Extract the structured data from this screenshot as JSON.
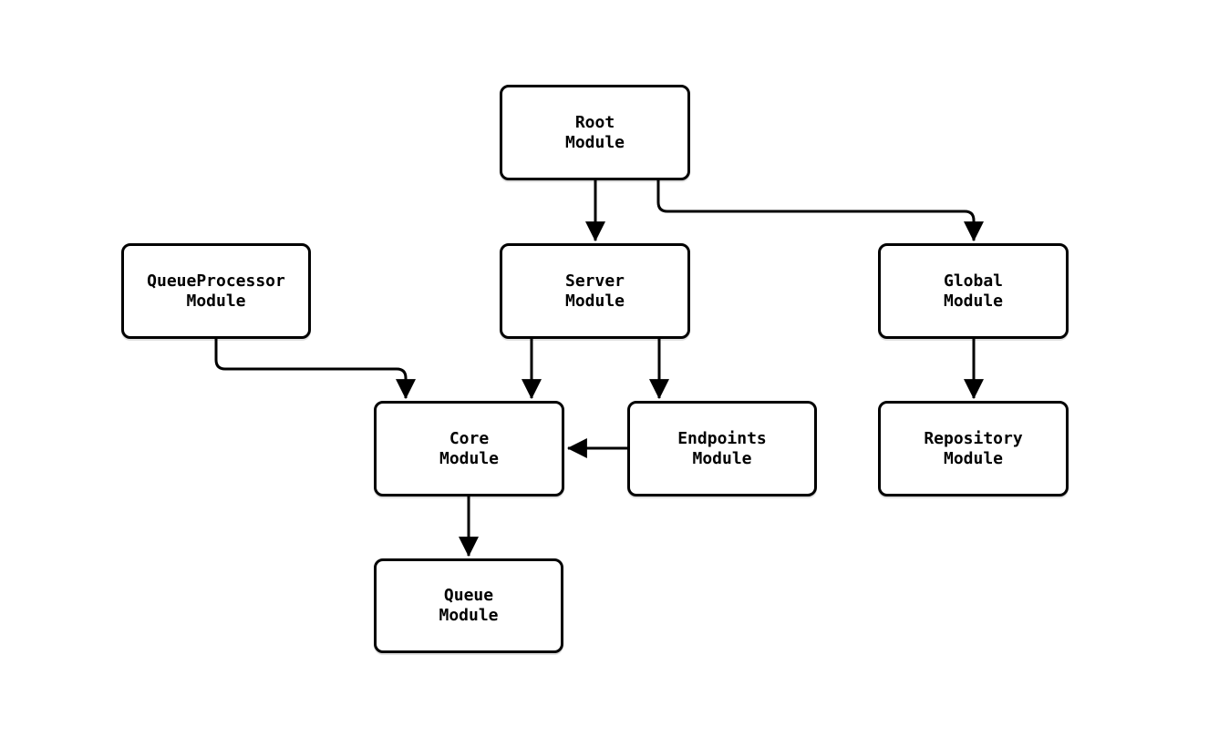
{
  "diagram": {
    "background_color": "#ffffff",
    "node_fill_color": "#ffffff",
    "stroke_color": "#000000",
    "nodes": [
      {
        "id": "root",
        "lines": [
          "Root",
          "Module"
        ]
      },
      {
        "id": "queueprocessor",
        "lines": [
          "QueueProcessor",
          "Module"
        ]
      },
      {
        "id": "server",
        "lines": [
          "Server",
          "Module"
        ]
      },
      {
        "id": "global",
        "lines": [
          "Global",
          "Module"
        ]
      },
      {
        "id": "core",
        "lines": [
          "Core",
          "Module"
        ]
      },
      {
        "id": "endpoints",
        "lines": [
          "Endpoints",
          "Module"
        ]
      },
      {
        "id": "repository",
        "lines": [
          "Repository",
          "Module"
        ]
      },
      {
        "id": "queue",
        "lines": [
          "Queue",
          "Module"
        ]
      }
    ],
    "edges": [
      {
        "from": "root",
        "to": "server"
      },
      {
        "from": "root",
        "to": "global"
      },
      {
        "from": "queueprocessor",
        "to": "core"
      },
      {
        "from": "server",
        "to": "core"
      },
      {
        "from": "server",
        "to": "endpoints"
      },
      {
        "from": "endpoints",
        "to": "core"
      },
      {
        "from": "global",
        "to": "repository"
      },
      {
        "from": "core",
        "to": "queue"
      }
    ]
  }
}
